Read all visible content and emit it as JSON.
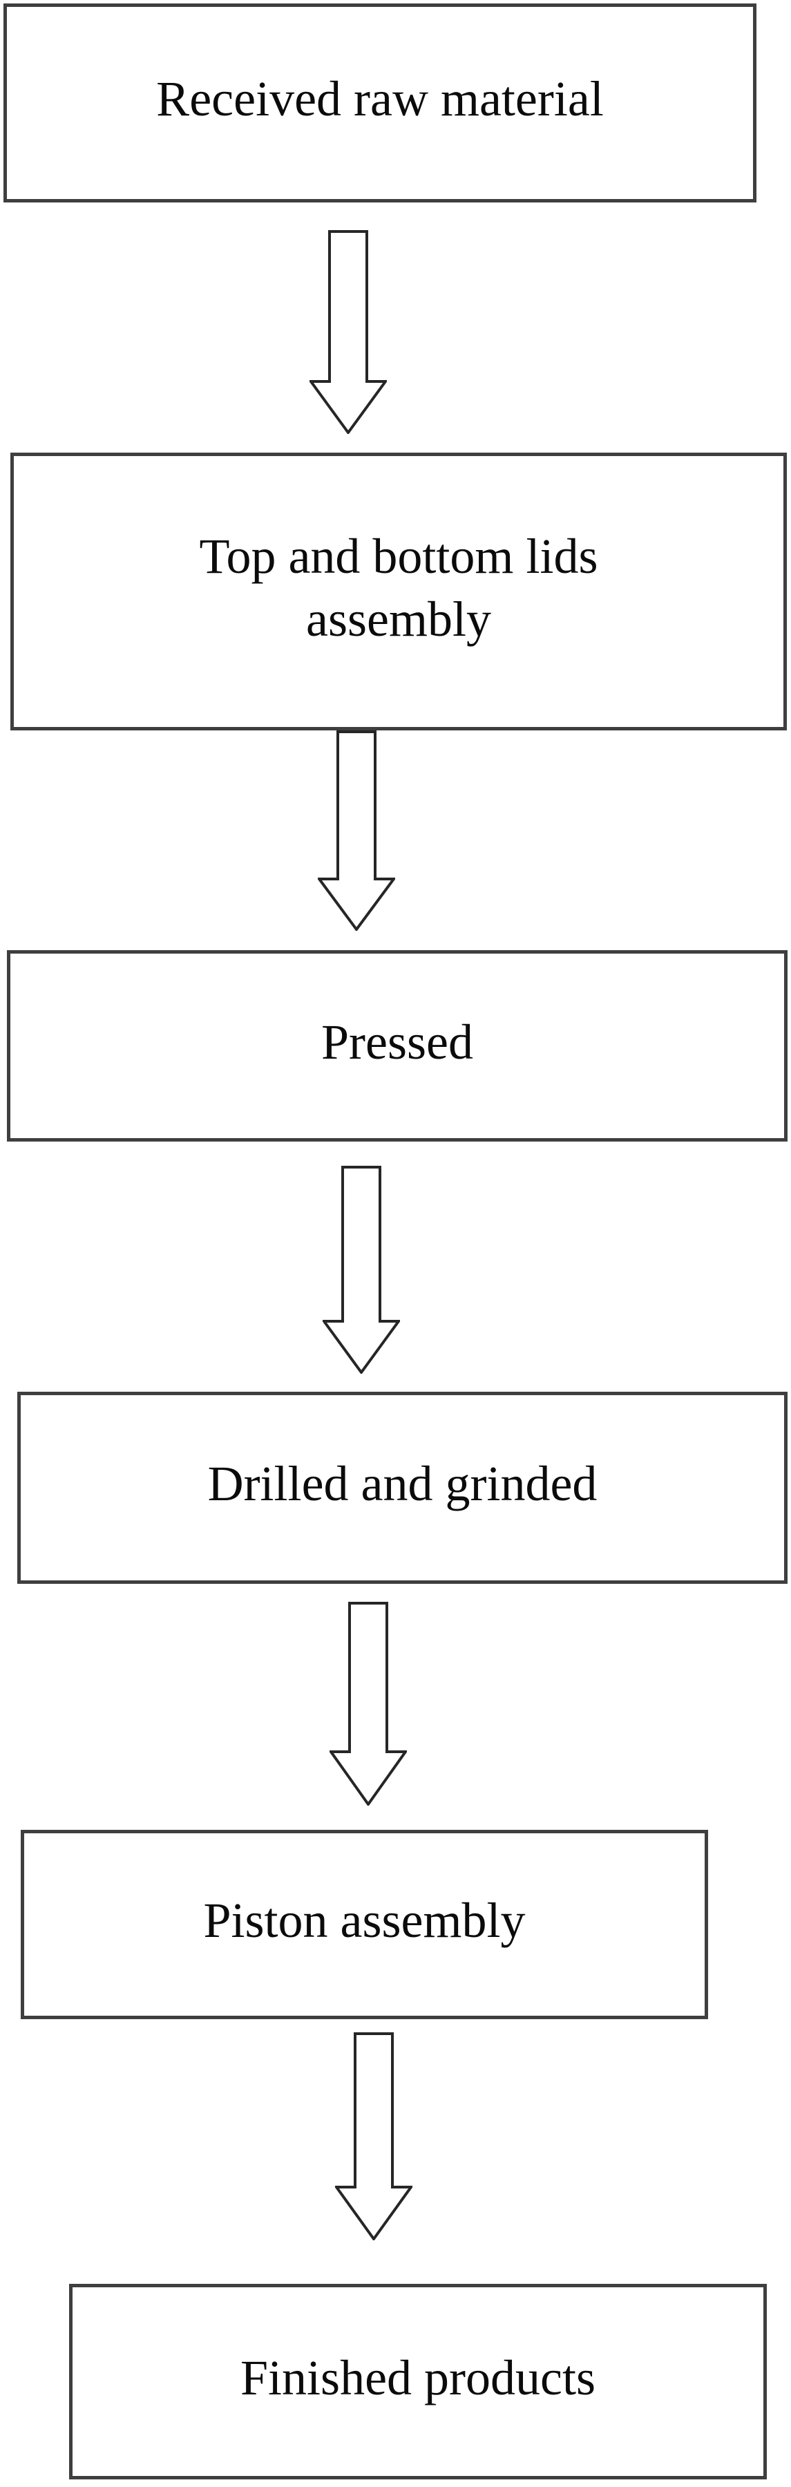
{
  "flowchart": {
    "description": "Manufacturing process flow diagram",
    "connector": "down-arrow",
    "nodes": [
      {
        "id": "received-raw-material",
        "label": "Received raw material"
      },
      {
        "id": "top-and-bottom-lids-assembly",
        "label": "Top and bottom lids assembly"
      },
      {
        "id": "pressed",
        "label": "Pressed"
      },
      {
        "id": "drilled-and-grinded",
        "label": "Drilled and grinded"
      },
      {
        "id": "piston-assembly",
        "label": "Piston assembly"
      },
      {
        "id": "finished-products",
        "label": "Finished products"
      }
    ],
    "colors": {
      "box_border": "#3f3f3f",
      "arrow_outline": "#262626",
      "text": "#0b0b0b",
      "background": "#ffffff"
    }
  }
}
